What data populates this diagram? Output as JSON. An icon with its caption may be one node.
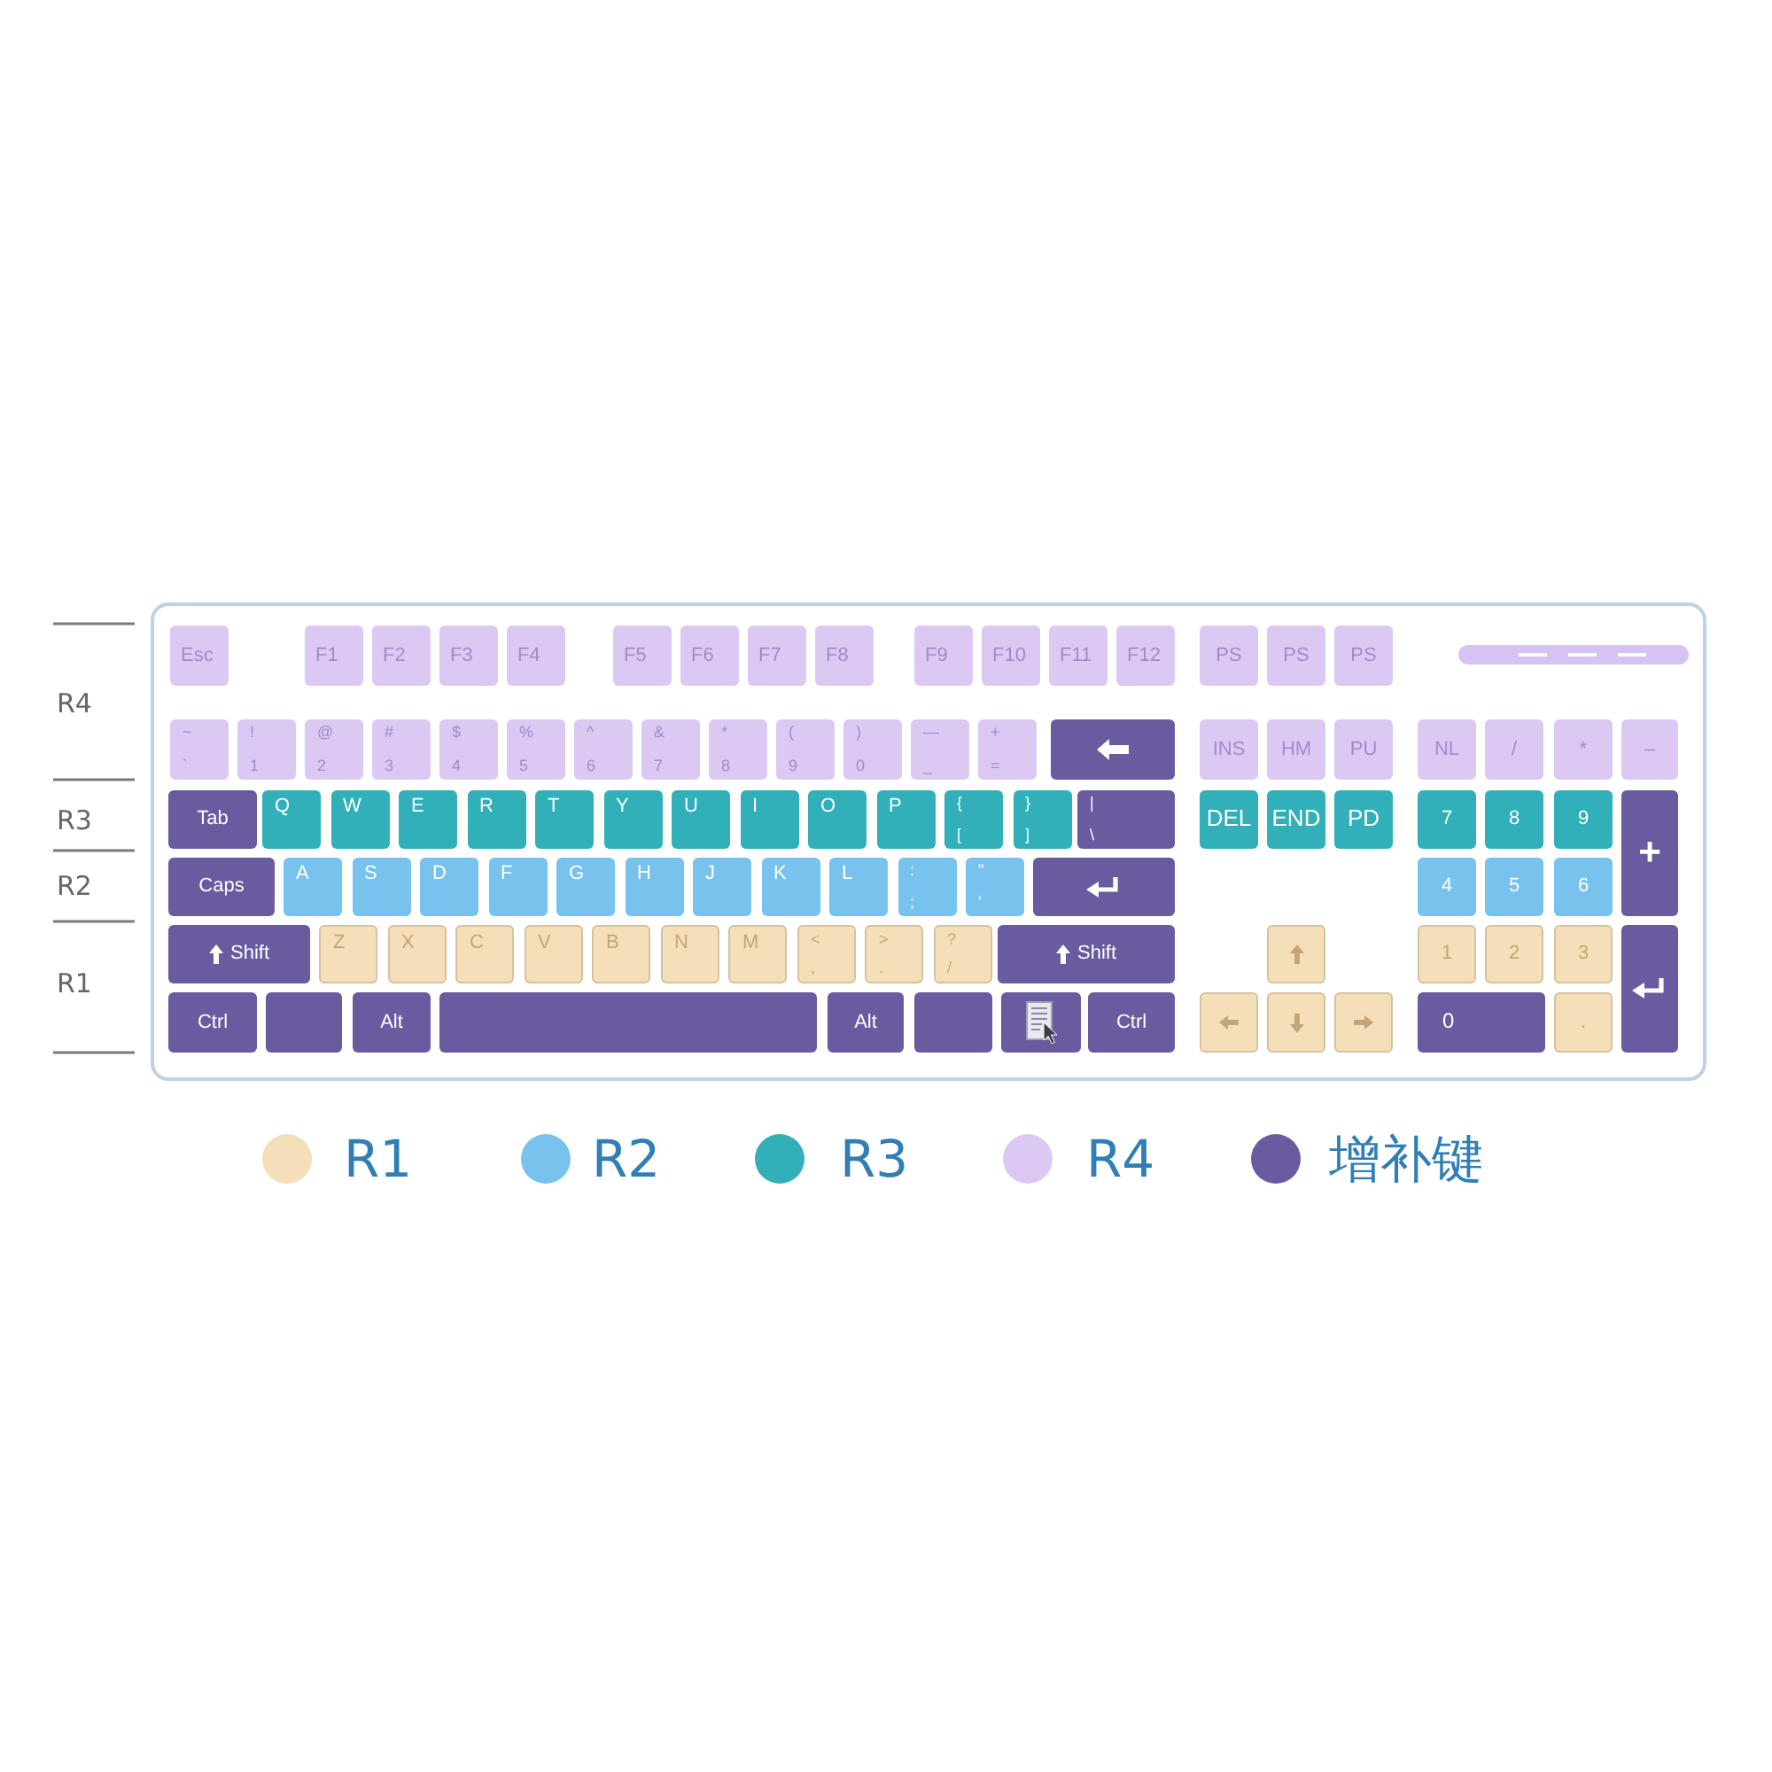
{
  "diagram": {
    "nodes": [
      {
        "text": [],
        "shape": "box"
      },
      {
        "text": [
          "Esc"
        ],
        "in": 0
      },
      {
        "text": [
          "F1"
        ],
        "in": 0
      },
      {
        "text": [
          "F2"
        ],
        "in": 0
      },
      {
        "text": [
          "F3"
        ],
        "in": 0
      },
      {
        "text": [
          "F4"
        ],
        "in": 0
      },
      {
        "text": [
          "F5"
        ],
        "in": 0
      },
      {
        "text": [
          "F6"
        ],
        "in": 0
      },
      {
        "text": [
          "F7"
        ],
        "in": 0
      },
      {
        "text": [
          "F8"
        ],
        "in": 0
      },
      {
        "text": [
          "F9"
        ],
        "in": 0
      },
      {
        "text": [
          "F10"
        ],
        "in": 0
      },
      {
        "text": [
          "F11"
        ],
        "in": 0
      },
      {
        "text": [
          "F12"
        ],
        "in": 0
      },
      {
        "text": [
          "PS"
        ],
        "in": 0
      },
      {
        "text": [
          "PS"
        ],
        "in": 0
      },
      {
        "text": [
          "PS"
        ],
        "in": 0
      },
      {
        "text": [
          "~",
          "`"
        ],
        "in": 0
      },
      {
        "text": [
          "!",
          "1"
        ],
        "in": 0
      },
      {
        "text": [
          "@",
          "2"
        ],
        "in": 0
      },
      {
        "text": [
          "#",
          "3"
        ],
        "in": 0
      },
      {
        "text": [
          "$",
          "4"
        ],
        "in": 0
      },
      {
        "text": [
          "%",
          "5"
        ],
        "in": 0
      },
      {
        "text": [
          "^",
          "6"
        ],
        "in": 0
      },
      {
        "text": [
          "&",
          "7"
        ],
        "in": 0
      },
      {
        "text": [
          "*",
          "8"
        ],
        "in": 0
      },
      {
        "text": [
          "(",
          "9"
        ],
        "in": 0
      },
      {
        "text": [
          ")",
          "0"
        ],
        "in": 0
      },
      {
        "text": [
          "—",
          "_"
        ],
        "in": 0
      },
      {
        "text": [
          "+",
          "="
        ],
        "in": 0
      },
      {
        "text": [],
        "shape": "box",
        "in": 0
      },
      {
        "text": [
          "INS"
        ],
        "in": 0
      },
      {
        "text": [
          "HM"
        ],
        "in": 0
      },
      {
        "text": [
          "PU"
        ],
        "in": 0
      },
      {
        "text": [
          "NL"
        ],
        "in": 0
      },
      {
        "text": [
          "/"
        ],
        "in": 0
      },
      {
        "text": [
          "*"
        ],
        "in": 0
      },
      {
        "text": [
          "–"
        ],
        "in": 0
      },
      {
        "text": [
          "Tab"
        ],
        "in": 0
      },
      {
        "text": [
          "Q"
        ],
        "in": 0
      },
      {
        "text": [
          "W"
        ],
        "in": 0
      },
      {
        "text": [
          "E"
        ],
        "in": 0
      },
      {
        "text": [
          "R"
        ],
        "in": 0
      },
      {
        "text": [
          "T"
        ],
        "in": 0
      },
      {
        "text": [
          "Y"
        ],
        "in": 0
      },
      {
        "text": [
          "U"
        ],
        "in": 0
      },
      {
        "text": [
          "I"
        ],
        "in": 0
      },
      {
        "text": [
          "O"
        ],
        "in": 0
      },
      {
        "text": [
          "P"
        ],
        "in": 0
      },
      {
        "text": [
          "{",
          "["
        ],
        "in": 0
      },
      {
        "text": [
          "}",
          "]"
        ],
        "in": 0
      },
      {
        "text": [
          "|",
          "\\"
        ],
        "in": 0
      },
      {
        "text": [
          "DEL"
        ],
        "in": 0
      },
      {
        "text": [
          "END"
        ],
        "in": 0
      },
      {
        "text": [
          "PD"
        ],
        "in": 0
      },
      {
        "text": [
          "7"
        ],
        "in": 0
      },
      {
        "text": [
          "8"
        ],
        "in": 0
      },
      {
        "text": [
          "9"
        ],
        "in": 0
      },
      {
        "text": [
          "+"
        ],
        "in": 0
      },
      {
        "text": [
          "Caps"
        ],
        "in": 0
      },
      {
        "text": [
          "A"
        ],
        "in": 0
      },
      {
        "text": [
          "S"
        ],
        "in": 0
      },
      {
        "text": [
          "D"
        ],
        "in": 0
      },
      {
        "text": [
          "F"
        ],
        "in": 0
      },
      {
        "text": [
          "G"
        ],
        "in": 0
      },
      {
        "text": [
          "H"
        ],
        "in": 0
      },
      {
        "text": [
          "J"
        ],
        "in": 0
      },
      {
        "text": [
          "K"
        ],
        "in": 0
      },
      {
        "text": [
          "L"
        ],
        "in": 0
      },
      {
        "text": [
          ":",
          ";"
        ],
        "in": 0
      },
      {
        "text": [
          "\"",
          "'"
        ],
        "in": 0
      },
      {
        "text": [],
        "shape": "box",
        "in": 0
      },
      {
        "text": [
          "4"
        ],
        "in": 0
      },
      {
        "text": [
          "5"
        ],
        "in": 0
      },
      {
        "text": [
          "6"
        ],
        "in": 0
      },
      {
        "text": [
          "Shift"
        ],
        "in": 0
      },
      {
        "text": [
          "Z"
        ],
        "in": 0
      },
      {
        "text": [
          "X"
        ],
        "in": 0
      },
      {
        "text": [
          "C"
        ],
        "in": 0
      },
      {
        "text": [
          "V"
        ],
        "in": 0
      },
      {
        "text": [
          "B"
        ],
        "in": 0
      },
      {
        "text": [
          "N"
        ],
        "in": 0
      },
      {
        "text": [
          "M"
        ],
        "in": 0
      },
      {
        "text": [
          "<",
          ","
        ],
        "in": 0
      },
      {
        "text": [
          ">",
          "."
        ],
        "in": 0
      },
      {
        "text": [
          "?",
          "/"
        ],
        "in": 0
      },
      {
        "text": [
          "Shift"
        ],
        "in": 0
      },
      {
        "text": [],
        "shape": "box",
        "in": 0
      },
      {
        "text": [
          "1"
        ],
        "in": 0
      },
      {
        "text": [
          "2"
        ],
        "in": 0
      },
      {
        "text": [
          "3"
        ],
        "in": 0
      },
      {
        "text": [],
        "shape": "box",
        "in": 0
      },
      {
        "text": [
          "Ctrl"
        ],
        "in": 0
      },
      {
        "text": [],
        "shape": "box",
        "in": 0
      },
      {
        "text": [
          "Alt"
        ],
        "in": 0
      },
      {
        "text": [],
        "shape": "box",
        "in": 0
      },
      {
        "text": [
          "Alt"
        ],
        "in": 0
      },
      {
        "text": [],
        "shape": "box",
        "in": 0
      },
      {
        "text": [],
        "shape": "box",
        "in": 0
      },
      {
        "text": [
          "Ctrl"
        ],
        "in": 0
      },
      {
        "text": [],
        "shape": "box",
        "in": 0
      },
      {
        "text": [],
        "shape": "box",
        "in": 0
      },
      {
        "text": [],
        "shape": "box",
        "in": 0
      },
      {
        "text": [
          "0"
        ],
        "in": 0
      },
      {
        "text": [
          "."
        ],
        "in": 0
      }
    ],
    "labels": [
      "R4",
      "R3",
      "R2",
      "R1"
    ],
    "legend": [
      {
        "text": "R1",
        "color": "#f5dfb8"
      },
      {
        "text": "R2",
        "color": "#78c3ee"
      },
      {
        "text": "R3",
        "color": "#31b0b9"
      },
      {
        "text": "R4",
        "color": "#dcc9f3"
      },
      {
        "text": "增补键",
        "color": "#6a5a9f"
      }
    ]
  }
}
